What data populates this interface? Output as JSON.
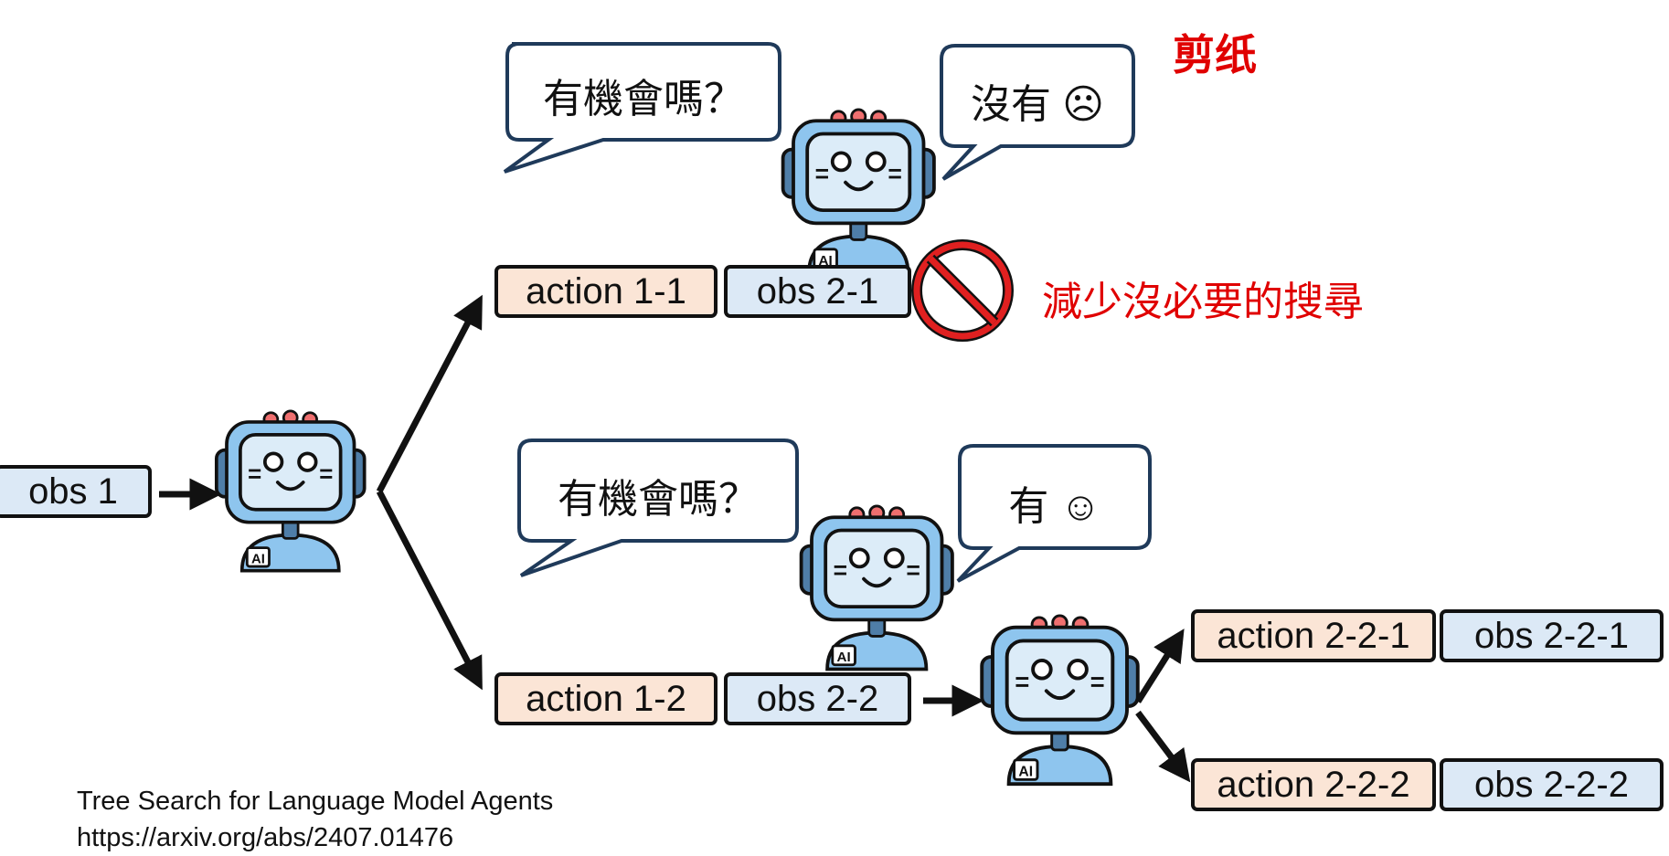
{
  "title_red": "剪纸",
  "note_red": "減少沒必要的搜尋",
  "boxes": {
    "obs1": "obs 1",
    "action_1_1": "action 1-1",
    "obs_2_1": "obs 2-1",
    "action_1_2": "action 1-2",
    "obs_2_2": "obs 2-2",
    "action_2_2_1": "action 2-2-1",
    "obs_2_2_1": "obs 2-2-1",
    "action_2_2_2": "action 2-2-2",
    "obs_2_2_2": "obs 2-2-2"
  },
  "bubbles": {
    "top_left": "有機會嗎？",
    "top_right": "沒有 ☹",
    "mid_left": "有機會嗎？",
    "mid_right": "有 ☺"
  },
  "robot_badge": "AI",
  "reference": {
    "title": "Tree Search for Language Model Agents",
    "url": "https://arxiv.org/abs/2407.01476"
  },
  "colors": {
    "action_fill": "#fbe5d6",
    "obs_fill": "#dce9f6",
    "robot_body": "#8ec5ee",
    "robot_screen": "#dcecf8",
    "robot_accent": "#ef6f6f",
    "prohibit_red": "#e02020",
    "bubble_border": "#1f3a5a"
  },
  "icons": [
    "robot-icon",
    "prohibited-icon",
    "speech-bubble"
  ]
}
